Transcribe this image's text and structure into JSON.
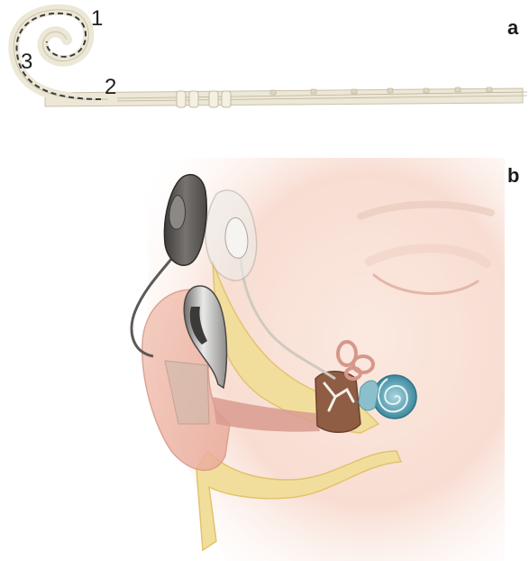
{
  "panel_a": {
    "letter": "a",
    "electrode_labels": [
      "1",
      "2",
      "3"
    ]
  },
  "panel_b": {
    "letter": "b"
  },
  "colors": {
    "electrode_tube": "#ece7d7",
    "processor": "#5e5c5a",
    "skin": "#f3cfc3",
    "bone": "#f2df9e",
    "cochlea": "#5fa3b5",
    "canal": "#d9a39a"
  }
}
